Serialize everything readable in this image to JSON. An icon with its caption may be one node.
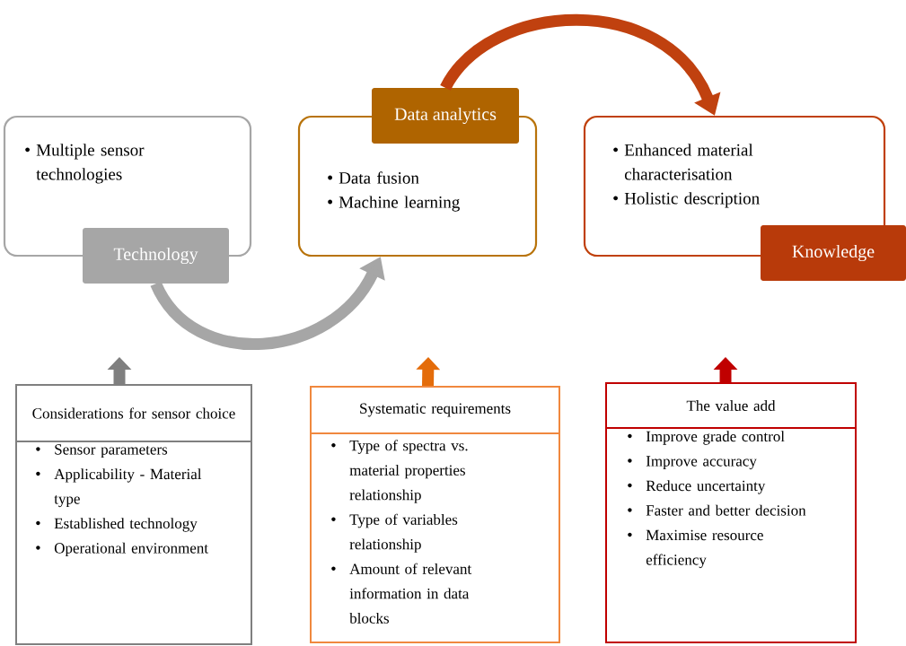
{
  "diagram": {
    "nodes": [
      {
        "text": [
          "Multiple sensor technologies"
        ]
      },
      {
        "text": [
          "Technology"
        ]
      },
      {
        "text": [
          "Data fusion",
          "Machine learning"
        ]
      },
      {
        "text": [
          "Data analytics"
        ]
      },
      {
        "text": [
          "Enhanced material characterisation",
          "Holistic description"
        ]
      },
      {
        "text": [
          "Knowledge"
        ]
      },
      {
        "text": [
          "Sensor parameters",
          "Applicability - Material type",
          "Established technology",
          "Operational environment"
        ]
      },
      {
        "text": [
          "Considerations for sensor choice"
        ],
        "in": 6
      },
      {
        "text": [
          "Type of spectra vs. material properties relationship",
          "Type of variables relationship",
          "Amount of relevant information in data blocks"
        ]
      },
      {
        "text": [
          "Systematic requirements"
        ],
        "in": 8
      },
      {
        "text": [
          "Improve grade control",
          "Improve accuracy",
          "Reduce uncertainty",
          "Faster and better decision",
          "Maximise resource efficiency"
        ]
      },
      {
        "text": [
          "The value add"
        ],
        "in": 10
      }
    ],
    "edges": [
      {
        "from": 1,
        "to": 2,
        "arrow": "to",
        "color": "#a6a6a6"
      },
      {
        "from": 3,
        "to": 4,
        "arrow": "to",
        "color": "#c0410f"
      },
      {
        "from": 7,
        "to": null,
        "arrow": "to",
        "color": "#7f7f7f"
      },
      {
        "from": 9,
        "to": null,
        "arrow": "to",
        "color": "#e46c0a"
      },
      {
        "from": 11,
        "to": null,
        "arrow": "to",
        "color": "#c00000"
      }
    ]
  }
}
